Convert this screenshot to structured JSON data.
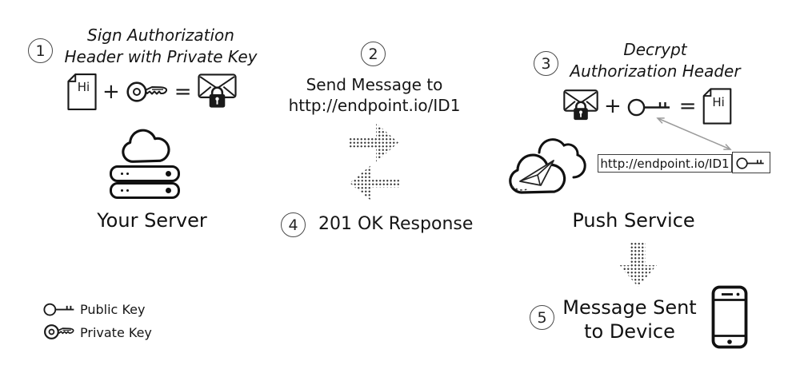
{
  "diagram": {
    "step1": {
      "number": "1",
      "title_line1": "Sign Authorization",
      "title_line2": "Header with Private Key",
      "doc_label": "Hi",
      "plus": "+",
      "equals": "="
    },
    "step2": {
      "number": "2",
      "line1": "Send Message to",
      "line2": "http://endpoint.io/ID1"
    },
    "step3": {
      "number": "3",
      "title_line1": "Decrypt",
      "title_line2": "Authorization Header",
      "doc_label": "Hi",
      "plus": "+",
      "equals": "=",
      "endpoint_url": "http://endpoint.io/ID1"
    },
    "step4": {
      "number": "4",
      "label": "201 OK Response"
    },
    "step5": {
      "number": "5",
      "line1": "Message Sent",
      "line2": "to Device"
    },
    "server_label": "Your Server",
    "push_label": "Push Service",
    "legend": {
      "public_key": "Public Key",
      "private_key": "Private Key"
    },
    "colors": {
      "ink": "#1a1a1a",
      "gray_arrow": "#9b9b9b"
    }
  }
}
